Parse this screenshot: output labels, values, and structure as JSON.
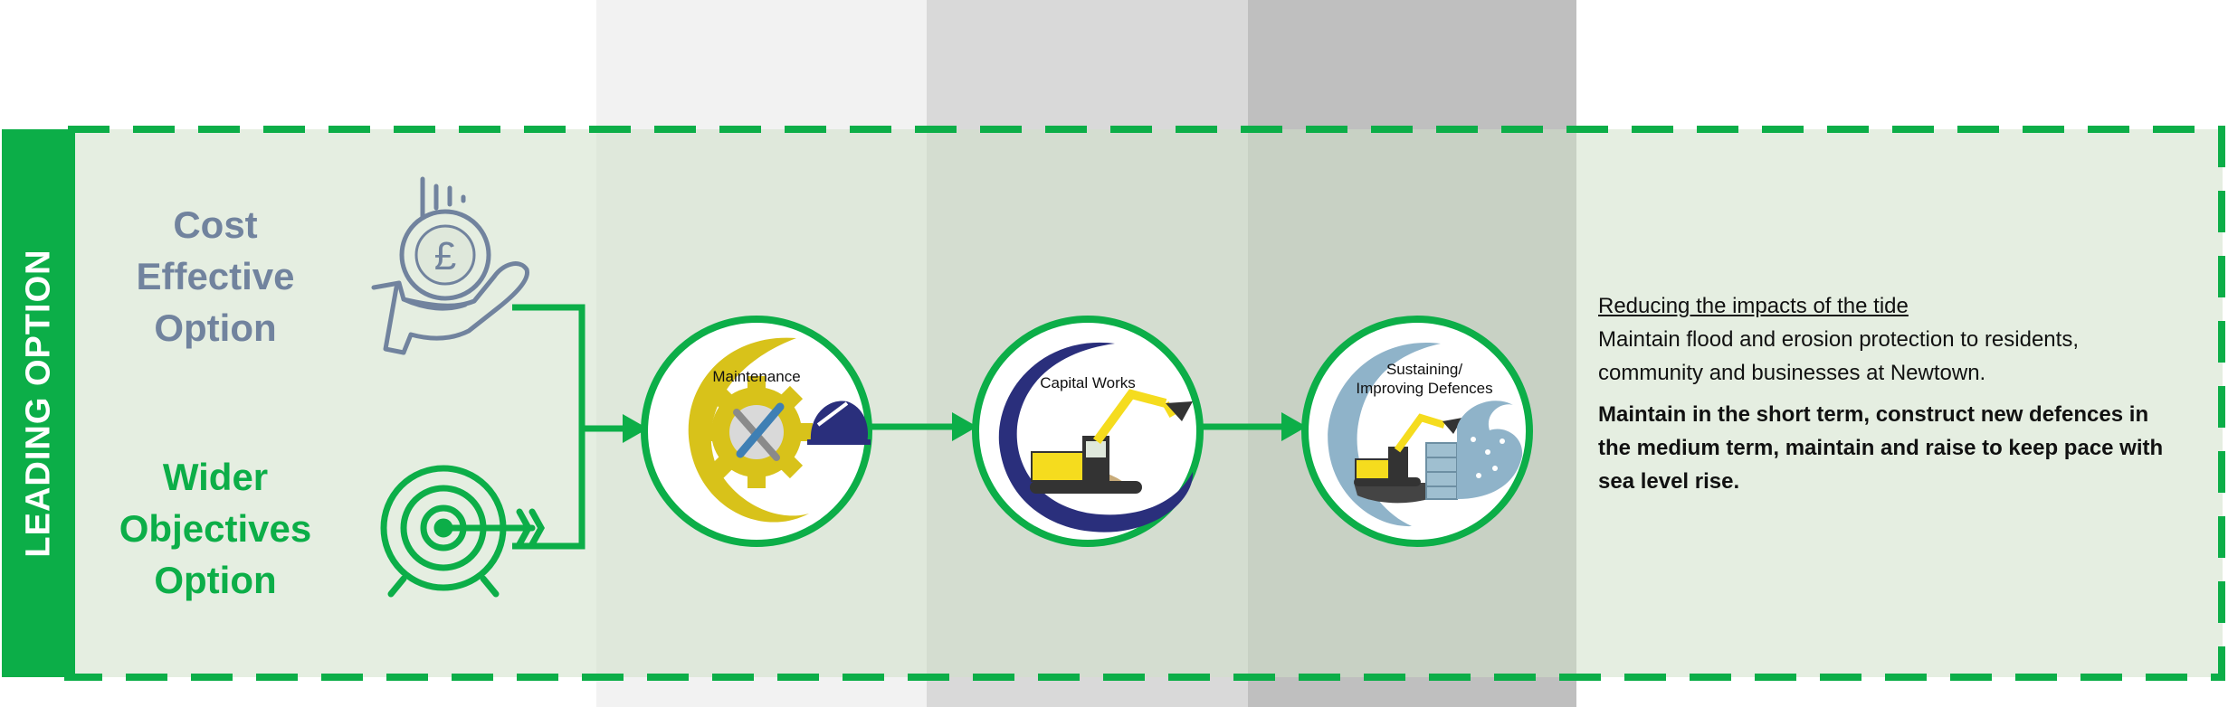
{
  "side_label": "LEADING OPTION",
  "options": {
    "cost": {
      "lines": [
        "Cost",
        "Effective",
        "Option"
      ],
      "icon": "hand-coin-pound-icon"
    },
    "wider": {
      "lines": [
        "Wider",
        "Objectives",
        "Option"
      ],
      "icon": "target-arrow-icon"
    }
  },
  "stages": [
    {
      "title_lines": [
        "Maintenance"
      ],
      "icon": "gear-wrench-hardhat-icon"
    },
    {
      "title_lines": [
        "Capital Works"
      ],
      "icon": "excavator-icon"
    },
    {
      "title_lines": [
        "Sustaining/",
        "Improving Defences"
      ],
      "icon": "excavator-seawall-wave-icon"
    }
  ],
  "description": {
    "heading": "Reducing the impacts of the tide",
    "body": "Maintain flood and erosion protection to residents, community and businesses at Newtown.",
    "strong": "Maintain in the short term, construct new defences in the medium term, maintain and raise to keep pace with sea level rise."
  },
  "colors": {
    "green": "#0cae48",
    "slate": "#71839e",
    "panel": "#dfe8db",
    "band_light": "#f2f2f2",
    "band_mid": "#d9d9d9",
    "band_dark": "#bfbfbf",
    "navy": "#2a2f7c",
    "gold": "#d8c21a",
    "excavator": "#f5dc1e",
    "water": "#8fb3c9"
  }
}
